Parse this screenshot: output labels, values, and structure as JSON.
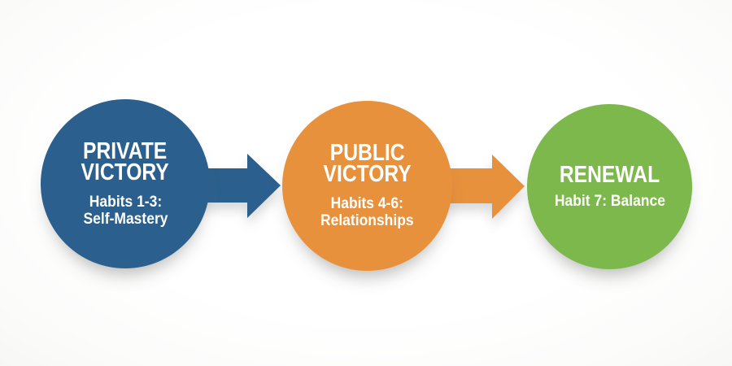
{
  "colors": {
    "blue": "#2B608E",
    "orange": "#E8913C",
    "green": "#7CB84B",
    "text": "#FFFFFF",
    "background": "#FDFDFC"
  },
  "diagram": {
    "steps": [
      {
        "id": "private-victory",
        "heading1": "PRIVATE",
        "heading2": "VICTORY",
        "sub1": "Habits 1-3:",
        "sub2": "Self-Mastery",
        "color": "#2B608E"
      },
      {
        "id": "public-victory",
        "heading1": "PUBLIC",
        "heading2": "VICTORY",
        "sub1": "Habits 4-6:",
        "sub2": "Relationships",
        "color": "#E8913C"
      },
      {
        "id": "renewal",
        "heading1": "RENEWAL",
        "sub1": "Habit 7: Balance",
        "color": "#7CB84B"
      }
    ],
    "arrows": [
      {
        "from": "private-victory",
        "to": "public-victory",
        "color": "#2B608E"
      },
      {
        "from": "public-victory",
        "to": "renewal",
        "color": "#E8913C"
      }
    ]
  }
}
